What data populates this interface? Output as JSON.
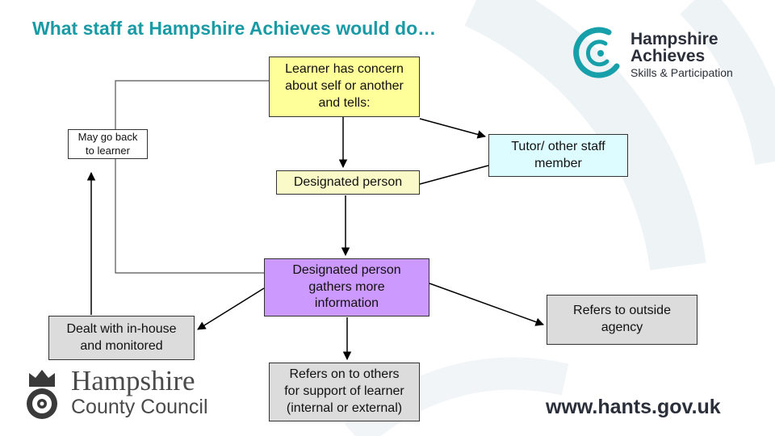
{
  "title": "What staff at Hampshire Achieves would do…",
  "logo": {
    "line1": "Hampshire",
    "line2": "Achieves",
    "line3": "Skills & Participation"
  },
  "council_logo": {
    "line1": "Hampshire",
    "line2": "County Council"
  },
  "website": "www.hants.gov.uk",
  "diagram": {
    "concern": "Learner has concern\nabout self or another\nand tells:",
    "may_go_back": "May go back\nto learner",
    "tutor": "Tutor/ other staff\nmember",
    "designated": "Designated person",
    "gathers": "Designated person\ngathers more\ninformation",
    "dealt": "Dealt with in-house\nand monitored",
    "outside": "Refers to outside\nagency",
    "refers_on": "Refers on to others\nfor support of learner\n(internal or external)"
  },
  "colors": {
    "title": "#1a9aa5",
    "concern": "#ffff99",
    "tutor": "#ddfcff",
    "designated": "#fafac8",
    "gathers": "#cc99ff",
    "grey_box": "#dcdcdc"
  }
}
